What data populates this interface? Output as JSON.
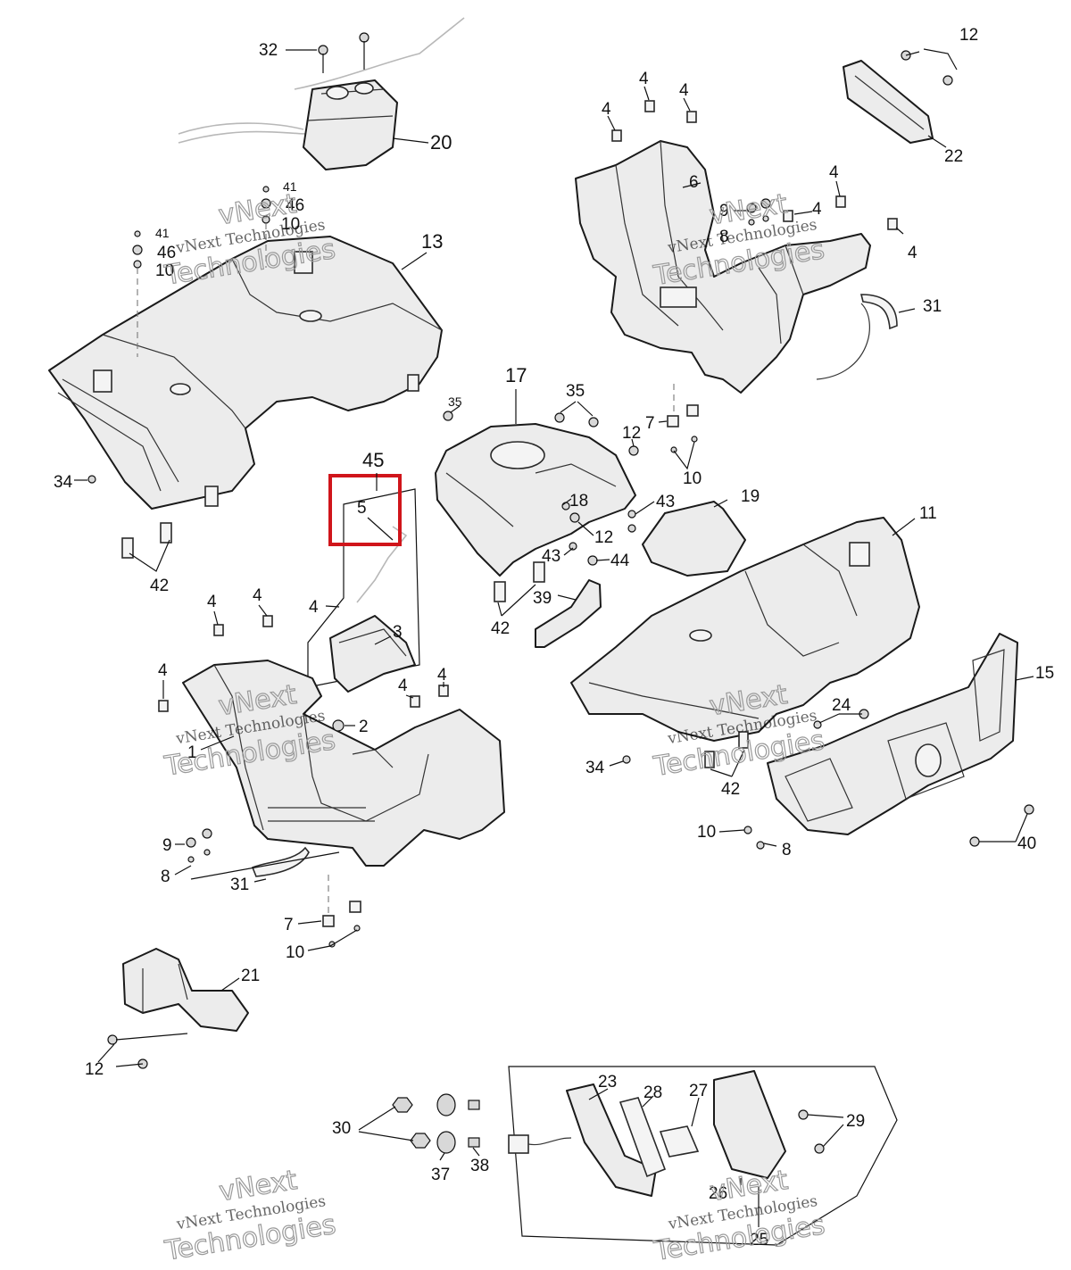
{
  "diagram": {
    "callouts": [
      {
        "id": "c32",
        "text": "32"
      },
      {
        "id": "c20",
        "text": "20"
      },
      {
        "id": "c41a",
        "text": "41"
      },
      {
        "id": "c46a",
        "text": "46"
      },
      {
        "id": "c10a",
        "text": "10"
      },
      {
        "id": "c41b",
        "text": "41"
      },
      {
        "id": "c46b",
        "text": "46"
      },
      {
        "id": "c10b",
        "text": "10"
      },
      {
        "id": "c13",
        "text": "13"
      },
      {
        "id": "c34a",
        "text": "34"
      },
      {
        "id": "c42a",
        "text": "42"
      },
      {
        "id": "c45",
        "text": "45"
      },
      {
        "id": "c5",
        "text": "5"
      },
      {
        "id": "c4a",
        "text": "4"
      },
      {
        "id": "c3",
        "text": "3"
      },
      {
        "id": "c4b",
        "text": "4"
      },
      {
        "id": "c4c",
        "text": "4"
      },
      {
        "id": "c4d",
        "text": "4"
      },
      {
        "id": "c2",
        "text": "2"
      },
      {
        "id": "c1",
        "text": "1"
      },
      {
        "id": "c4e",
        "text": "4"
      },
      {
        "id": "c4f",
        "text": "4"
      },
      {
        "id": "c9a",
        "text": "9"
      },
      {
        "id": "c8a",
        "text": "8"
      },
      {
        "id": "c31a",
        "text": "31"
      },
      {
        "id": "c7a",
        "text": "7"
      },
      {
        "id": "c10c",
        "text": "10"
      },
      {
        "id": "c21",
        "text": "21"
      },
      {
        "id": "c12a",
        "text": "12"
      },
      {
        "id": "c12b",
        "text": "12"
      },
      {
        "id": "c22",
        "text": "22"
      },
      {
        "id": "c4g",
        "text": "4"
      },
      {
        "id": "c4h",
        "text": "4"
      },
      {
        "id": "c4i",
        "text": "4"
      },
      {
        "id": "c6",
        "text": "6"
      },
      {
        "id": "c9b",
        "text": "9"
      },
      {
        "id": "c8b",
        "text": "8"
      },
      {
        "id": "c4j",
        "text": "4"
      },
      {
        "id": "c4k",
        "text": "4"
      },
      {
        "id": "c4l",
        "text": "4"
      },
      {
        "id": "c31b",
        "text": "31"
      },
      {
        "id": "c17",
        "text": "17"
      },
      {
        "id": "c35a",
        "text": "35"
      },
      {
        "id": "c35b",
        "text": "35"
      },
      {
        "id": "c12c",
        "text": "12"
      },
      {
        "id": "c7b",
        "text": "7"
      },
      {
        "id": "c10d",
        "text": "10"
      },
      {
        "id": "c18",
        "text": "18"
      },
      {
        "id": "c43a",
        "text": "43"
      },
      {
        "id": "c19",
        "text": "19"
      },
      {
        "id": "c12d",
        "text": "12"
      },
      {
        "id": "c43b",
        "text": "43"
      },
      {
        "id": "c44",
        "text": "44"
      },
      {
        "id": "c11",
        "text": "11"
      },
      {
        "id": "c42b",
        "text": "42"
      },
      {
        "id": "c39",
        "text": "39"
      },
      {
        "id": "c15",
        "text": "15"
      },
      {
        "id": "c24",
        "text": "24"
      },
      {
        "id": "c34b",
        "text": "34"
      },
      {
        "id": "c42c",
        "text": "42"
      },
      {
        "id": "c10e",
        "text": "10"
      },
      {
        "id": "c8c",
        "text": "8"
      },
      {
        "id": "c40",
        "text": "40"
      },
      {
        "id": "c23",
        "text": "23"
      },
      {
        "id": "c28",
        "text": "28"
      },
      {
        "id": "c27",
        "text": "27"
      },
      {
        "id": "c29",
        "text": "29"
      },
      {
        "id": "c30",
        "text": "30"
      },
      {
        "id": "c37",
        "text": "37"
      },
      {
        "id": "c38",
        "text": "38"
      },
      {
        "id": "c26",
        "text": "26"
      },
      {
        "id": "c25",
        "text": "25"
      }
    ],
    "watermarks": {
      "line1": "vNext Technologies",
      "outline1": "vNext",
      "outline2": "Technologies"
    },
    "highlight_color": "#d0151b",
    "stroke_color": "#1a1a1a"
  }
}
